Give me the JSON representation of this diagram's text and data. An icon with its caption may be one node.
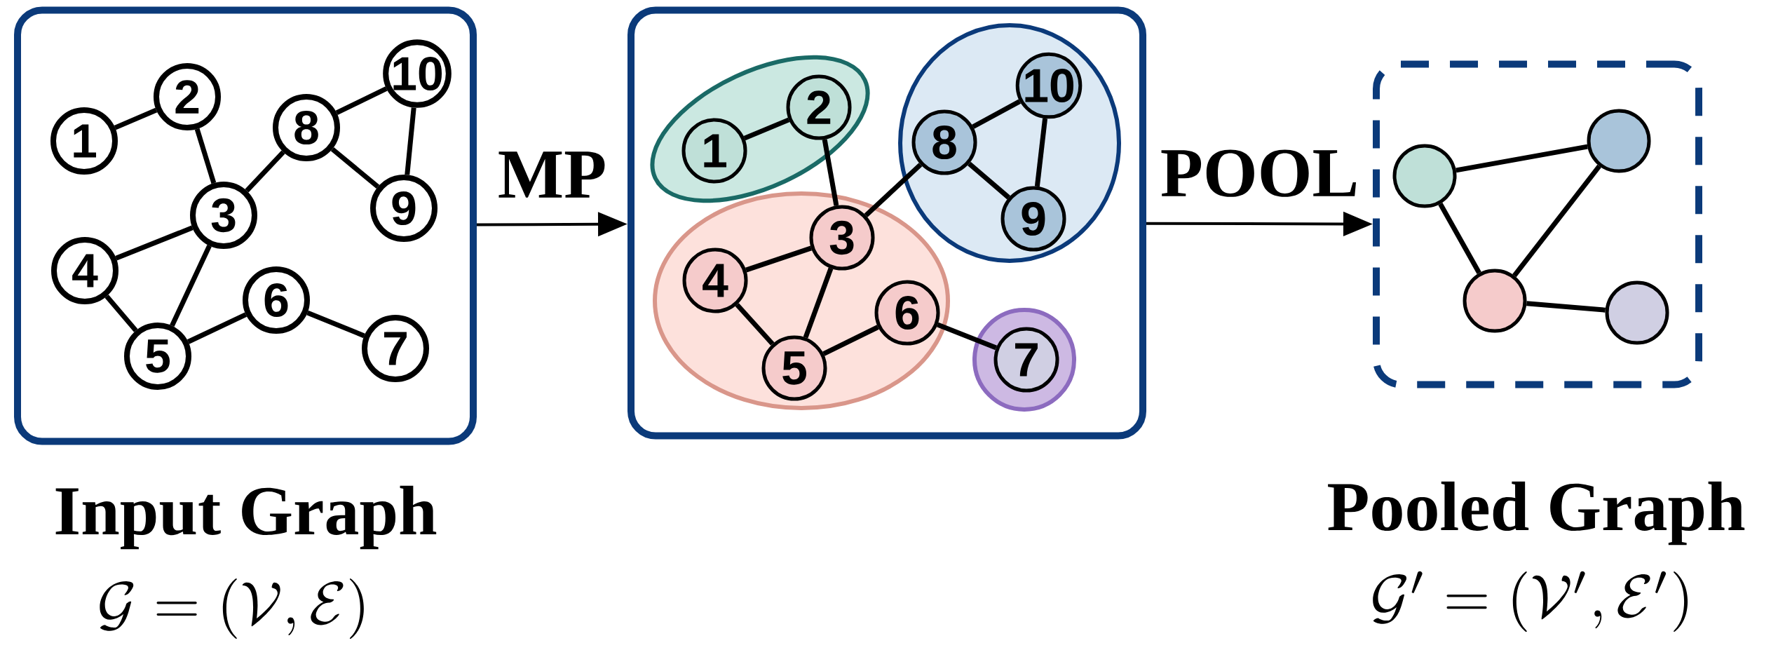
{
  "diagram": {
    "nodes": [
      {
        "text": [
          "Input Graph"
        ]
      },
      {
        "text": [
          "1"
        ],
        "in": 0
      },
      {
        "text": [
          "2"
        ],
        "in": 0
      },
      {
        "text": [
          "3"
        ],
        "in": 0
      },
      {
        "text": [
          "4"
        ],
        "in": 0
      },
      {
        "text": [
          "5"
        ],
        "in": 0
      },
      {
        "text": [
          "6"
        ],
        "in": 0
      },
      {
        "text": [
          "7"
        ],
        "in": 0
      },
      {
        "text": [
          "8"
        ],
        "in": 0
      },
      {
        "text": [
          "9"
        ],
        "in": 0
      },
      {
        "text": [
          "10"
        ],
        "in": 0
      },
      {
        "text": [],
        "shape": "box"
      },
      {
        "text": [],
        "shape": "ellipse",
        "in": 11
      },
      {
        "text": [
          "1"
        ],
        "in": 12
      },
      {
        "text": [
          "2"
        ],
        "in": 12
      },
      {
        "text": [],
        "shape": "ellipse",
        "in": 11
      },
      {
        "text": [
          "10"
        ],
        "in": 15
      },
      {
        "text": [
          "8"
        ],
        "in": 15
      },
      {
        "text": [
          "9"
        ],
        "in": 15
      },
      {
        "text": [],
        "shape": "ellipse",
        "in": 11
      },
      {
        "text": [
          "3"
        ],
        "in": 19
      },
      {
        "text": [
          "4"
        ],
        "in": 19
      },
      {
        "text": [
          "5"
        ],
        "in": 19
      },
      {
        "text": [
          "6"
        ],
        "in": 19
      },
      {
        "text": [],
        "shape": "circle",
        "in": 11
      },
      {
        "text": [
          "7"
        ],
        "in": 24
      },
      {
        "text": [
          "Pooled Graph"
        ]
      },
      {
        "text": [],
        "shape": "circle",
        "in": 26
      },
      {
        "text": [],
        "shape": "circle",
        "in": 26
      },
      {
        "text": [],
        "shape": "circle",
        "in": 26
      },
      {
        "text": [],
        "shape": "circle",
        "in": 26
      }
    ],
    "edges": [
      {
        "from": 1,
        "to": 2,
        "arrow": "none"
      },
      {
        "from": 2,
        "to": 3,
        "arrow": "none"
      },
      {
        "from": 3,
        "to": 8,
        "arrow": "none"
      },
      {
        "from": 8,
        "to": 10,
        "arrow": "none"
      },
      {
        "from": 10,
        "to": 9,
        "arrow": "none"
      },
      {
        "from": 8,
        "to": 9,
        "arrow": "none"
      },
      {
        "from": 3,
        "to": 4,
        "arrow": "none"
      },
      {
        "from": 3,
        "to": 5,
        "arrow": "none"
      },
      {
        "from": 4,
        "to": 5,
        "arrow": "none"
      },
      {
        "from": 5,
        "to": 6,
        "arrow": "none"
      },
      {
        "from": 6,
        "to": 7,
        "arrow": "none"
      },
      {
        "from": 0,
        "to": 11,
        "arrow": "to",
        "label": "MP"
      },
      {
        "from": 13,
        "to": 14,
        "arrow": "none"
      },
      {
        "from": 14,
        "to": 20,
        "arrow": "none"
      },
      {
        "from": 20,
        "to": 17,
        "arrow": "none"
      },
      {
        "from": 17,
        "to": 16,
        "arrow": "none"
      },
      {
        "from": 16,
        "to": 18,
        "arrow": "none"
      },
      {
        "from": 17,
        "to": 18,
        "arrow": "none"
      },
      {
        "from": 20,
        "to": 21,
        "arrow": "none"
      },
      {
        "from": 20,
        "to": 22,
        "arrow": "none"
      },
      {
        "from": 21,
        "to": 22,
        "arrow": "none"
      },
      {
        "from": 22,
        "to": 23,
        "arrow": "none"
      },
      {
        "from": 23,
        "to": 25,
        "arrow": "none"
      },
      {
        "from": 11,
        "to": 26,
        "arrow": "to",
        "label": "POOL"
      },
      {
        "from": 27,
        "to": 28,
        "arrow": "none"
      },
      {
        "from": 27,
        "to": 29,
        "arrow": "none"
      },
      {
        "from": 28,
        "to": 29,
        "arrow": "none"
      },
      {
        "from": 29,
        "to": 30,
        "arrow": "none"
      }
    ],
    "labels": [
      "\\mathcal{G} = (\\mathcal{V}, \\mathcal{E})",
      "\\mathcal{G}' = (\\mathcal{V}', \\mathcal{E}')"
    ]
  }
}
